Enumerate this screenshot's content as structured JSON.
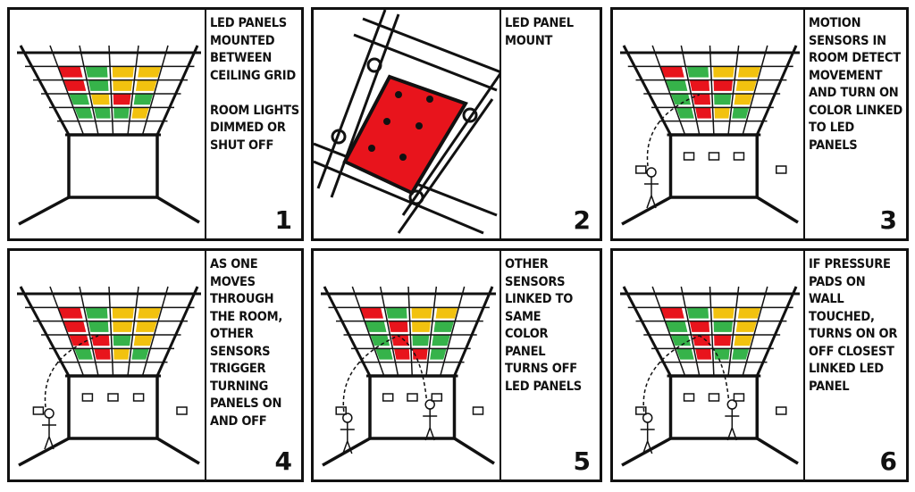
{
  "colors": {
    "red": "#e8141c",
    "green": "#36b34a",
    "yellow": "#f2c20f",
    "ink": "#111111"
  },
  "panels": [
    {
      "number": "1",
      "caption": "LED panels mounted between ceiling grid\n\nRoom lights dimmed or shut off",
      "grid": [
        "rgyy",
        "rgyy",
        "gyrg",
        "gggy"
      ]
    },
    {
      "number": "2",
      "caption": "LED panel mount"
    },
    {
      "number": "3",
      "caption": "Motion sensors in room detect movement and turn on color linked to LED panels",
      "grid": [
        "rgyy",
        "grry",
        "grgy",
        "gryg"
      ]
    },
    {
      "number": "4",
      "caption": "As one moves through the room, other sensors trigger turning panels on and off",
      "grid": [
        "rgyy",
        "rgyy",
        "rrgy",
        "gryg"
      ]
    },
    {
      "number": "5",
      "caption": "Other sensors linked to same color panel turns off LED panels",
      "grid": [
        "rgyy",
        "gryg",
        "grgg",
        "grrg"
      ]
    },
    {
      "number": "6",
      "caption": "If pressure pads on wall touched, turns on or off closest linked LED panel",
      "grid": [
        "rgyy",
        "grgy",
        "grry",
        "grgg"
      ]
    }
  ]
}
